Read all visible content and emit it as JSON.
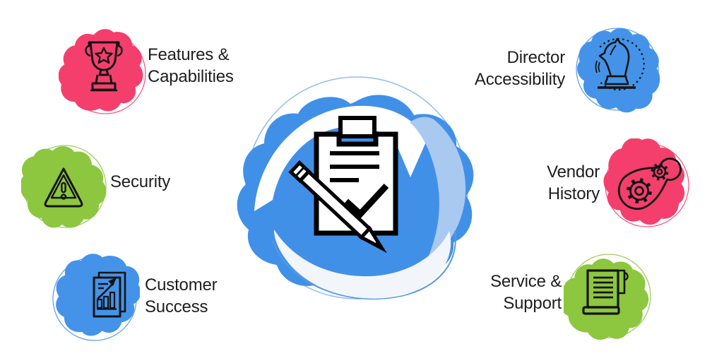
{
  "diagram": {
    "type": "hub-and-spoke-infographic",
    "background": "#FFFFFF",
    "center": {
      "name": "evaluation-checklist",
      "icon": "clipboard-pen-checklist-icon",
      "blob_color": "#4190E8",
      "accent_light_blue": "#A9C9F1",
      "swirl_white": "#FFFFFF",
      "swirl_offwhite": "#F2F5F9"
    },
    "nodes": [
      {
        "id": "features-capabilities",
        "line1": "Features &",
        "line2": "Capabilities",
        "icon": "trophy-icon",
        "blob_color": "#F43F6D",
        "position": "left-top"
      },
      {
        "id": "security",
        "line1": "Security",
        "line2": "",
        "icon": "warning-triangle-icon",
        "blob_color": "#8DC63F",
        "position": "left-middle"
      },
      {
        "id": "customer-success",
        "line1": "Customer",
        "line2": "Success",
        "icon": "growth-chart-document-icon",
        "blob_color": "#4493E9",
        "position": "left-bottom"
      },
      {
        "id": "director-accessibility",
        "line1": "Director",
        "line2": "Accessibility",
        "icon": "chess-knight-icon",
        "blob_color": "#4493E9",
        "position": "right-top"
      },
      {
        "id": "vendor-history",
        "line1": "Vendor",
        "line2": "History",
        "icon": "gears-belt-icon",
        "blob_color": "#F43F6D",
        "position": "right-middle"
      },
      {
        "id": "service-support",
        "line1": "Service &",
        "line2": "Support",
        "icon": "scroll-document-icon",
        "blob_color": "#8DC63F",
        "position": "right-bottom"
      }
    ],
    "colors": {
      "pink": "#F43F6D",
      "green": "#8DC63F",
      "blue": "#4493E9",
      "light_blue": "#A9C9F1",
      "text": "#1E1E1E"
    }
  }
}
